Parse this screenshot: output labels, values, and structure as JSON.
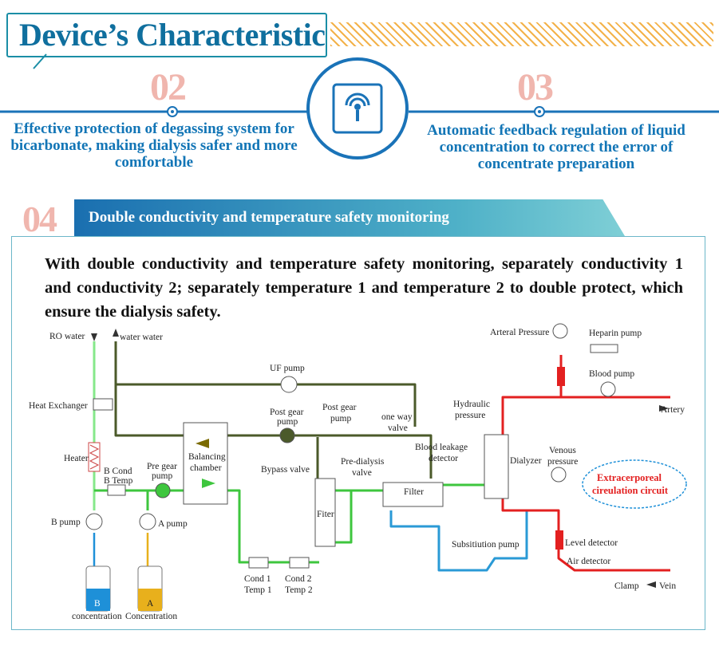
{
  "header": {
    "title": "Device’s Characteristic"
  },
  "features": [
    {
      "number": "02",
      "text": [
        "Effective protection of degassing system for",
        "bicarbonate, making dialysis safer and more",
        "comfortable"
      ]
    },
    {
      "number": "03",
      "text": [
        "Automatic feedback regulation of liquid",
        "concentration to correct the error of",
        "concentrate preparation"
      ]
    }
  ],
  "section": {
    "number": "04",
    "banner": "Double conductivity and temperature  safety monitoring",
    "description": "With double conductivity and temperature safety monitoring, separately conductivity 1 and conductivity 2; separately temperature 1 and temperature 2 to double protect, which ensure the dialysis safety."
  },
  "diagram": {
    "labels": {
      "ro_water": "RO  water",
      "waste_water": "water  water",
      "uf_pump": "UF  pump",
      "heat_exchanger": "Heat  Exchanger",
      "heater": "Heater",
      "b_cond": "B  Cond",
      "b_temp": "B  Temp",
      "pre_gear_pump_1": "Pre  gear",
      "pre_gear_pump_2": "pump",
      "balancing_1": "Balancing",
      "balancing_2": "chamber",
      "post_gear_pump_a1": "Post  gear",
      "post_gear_pump_a2": "pump",
      "post_gear_pump_b1": "Post  gear",
      "post_gear_pump_b2": "pump",
      "one_way_1": "one way",
      "one_way_2": "valve",
      "bypass_valve": "Bypass  valve",
      "pre_dialysis_1": "Pre-dialysis",
      "pre_dialysis_2": "valve",
      "filter_a": "Fiter",
      "filter_b": "Filter",
      "b_pump": "B  pump",
      "a_pump": "A  pump",
      "cond1": "Cond  1",
      "temp1": "Temp  1",
      "cond2": "Cond  2",
      "temp2": "Temp  2",
      "b_letter": "B",
      "a_letter": "A",
      "b_conc": "concentration",
      "a_conc": "Concentration",
      "blood_leak_1": "Blood  leakage",
      "blood_leak_2": "detector",
      "hydraulic_1": "Hydraulic",
      "hydraulic_2": "pressure",
      "dialyzer": "Dialyzer",
      "arterial_pressure": "Arteral  Pressure",
      "heparin_pump": "Heparin  pump",
      "blood_pump": "Blood  pump",
      "artery": "Artery",
      "venous_1": "Venous",
      "venous_2": "pressure",
      "extra_1": "Extracerporeal",
      "extra_2": "cireulation  circuit",
      "substitution_pump": "Subsitiution  pump",
      "level_detector": "Level  detector",
      "air_detector": "Air  detector",
      "clamp": "Clamp",
      "vein": "Vein"
    },
    "colors": {
      "dialysate": "#3ec63e",
      "blood": "#e32020",
      "ro": "#86e88a",
      "a_conc": "#e8b01c",
      "b_conc": "#1e90d8",
      "substitution": "#2a9ad6",
      "drain": "#4b5a2a"
    }
  }
}
